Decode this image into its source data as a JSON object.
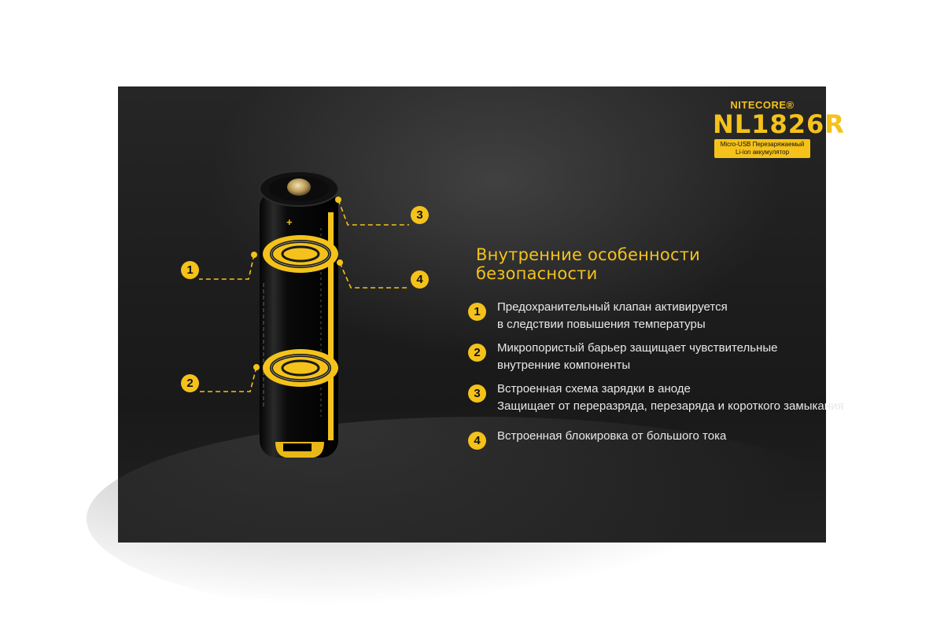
{
  "brand": {
    "name": "NITECORE®",
    "model": "NL1826R",
    "desc_line1": "Micro-USB Перезаряжаемый",
    "desc_line2": "Li-ion аккумулятор"
  },
  "battery": {
    "plus_sign": "+"
  },
  "heading": "Внутренние особенности безопасности",
  "features": [
    {
      "num": "1",
      "line1": "Предохранительный клапан активируется",
      "line2": "в следствии повышения температуры"
    },
    {
      "num": "2",
      "line1": "Микропористый барьер защищает чувствительные",
      "line2": "внутренние компоненты"
    },
    {
      "num": "3",
      "line1": "Встроенная схема зарядки в аноде",
      "line2": "Защищает от переразряда, перезаряда и короткого замыкания"
    },
    {
      "num": "4",
      "line1": "Встроенная блокировка от большого тока",
      "line2": ""
    }
  ],
  "colors": {
    "accent": "#f4c21a",
    "text": "#e8e8e8",
    "panel": "#1d1d1d"
  },
  "icons": [
    "battery-icon",
    "safety-valve-icon",
    "microporous-barrier-icon"
  ]
}
